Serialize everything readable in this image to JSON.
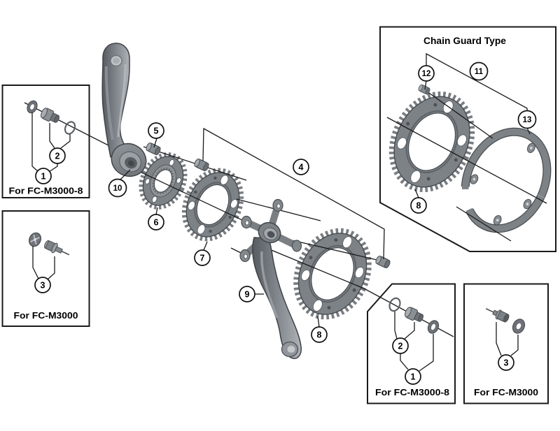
{
  "diagram": {
    "type": "exploded-parts-diagram",
    "subject": "bicycle crankset assembly",
    "boxes": {
      "top_left": {
        "label": "For FC-M3000-8",
        "callouts": [
          "1",
          "2"
        ]
      },
      "mid_left": {
        "label": "For FC-M3000",
        "callouts": [
          "3"
        ]
      },
      "chain_guard": {
        "title": "Chain Guard Type",
        "callouts": [
          "8",
          "11",
          "12",
          "13"
        ]
      },
      "bottom_right_8": {
        "label": "For FC-M3000-8",
        "callouts": [
          "1",
          "2"
        ]
      },
      "bottom_right": {
        "label": "For FC-M3000",
        "callouts": [
          "3"
        ]
      }
    },
    "callouts": {
      "n1": "1",
      "n2": "2",
      "n3": "3",
      "n4": "4",
      "n5": "5",
      "n6": "6",
      "n7": "7",
      "n8": "8",
      "n9": "9",
      "n10": "10",
      "n11": "11",
      "n12": "12",
      "n13": "13"
    },
    "colors": {
      "background": "#ffffff",
      "line": "#1a1a1a",
      "part_fill": "#7d8287",
      "part_dark": "#4a4e53",
      "part_light": "#aeb3b8",
      "box_border": "#1a1a1a",
      "text": "#000000"
    }
  }
}
